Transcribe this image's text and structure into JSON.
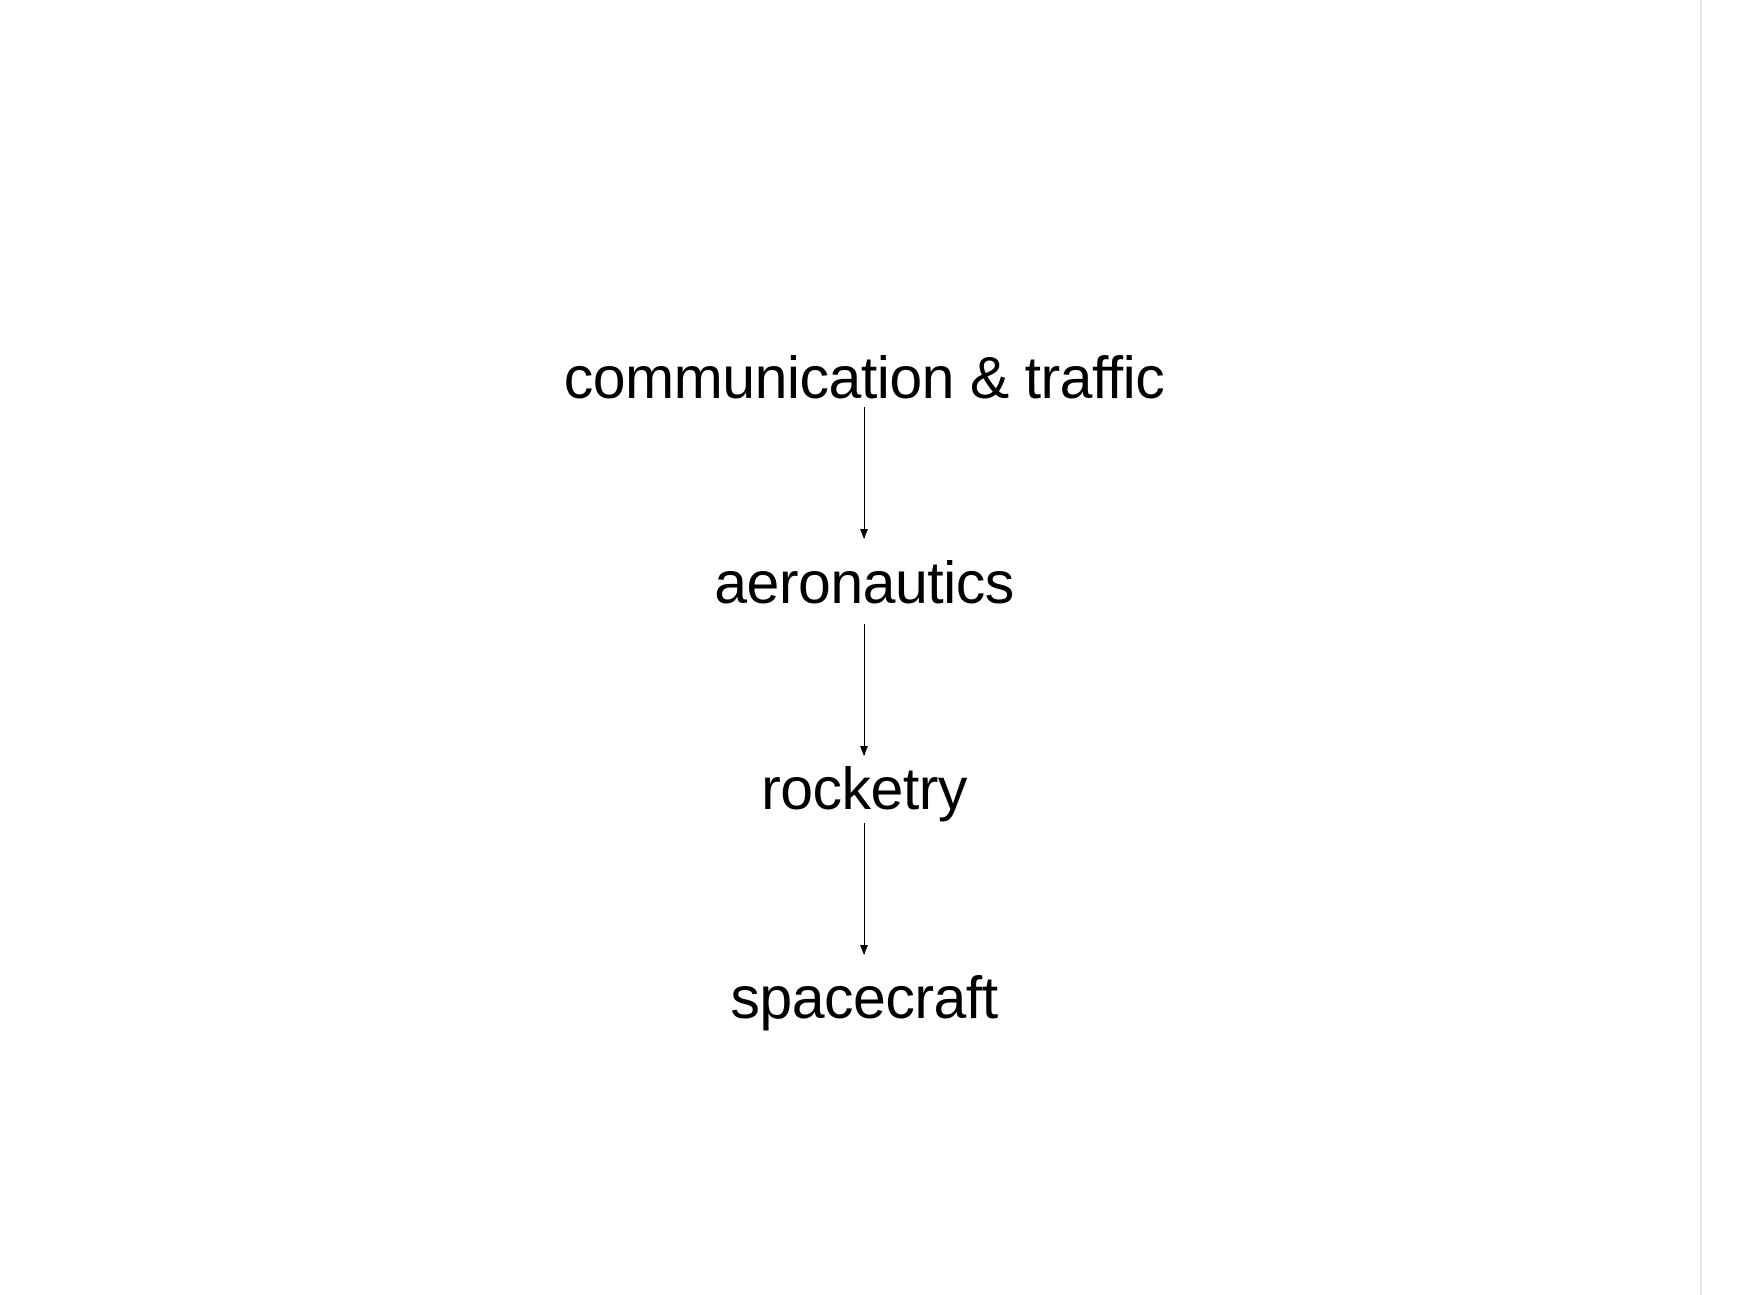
{
  "diagram": {
    "nodes": [
      {
        "label": "communication & traffic"
      },
      {
        "label": "aeronautics"
      },
      {
        "label": "rocketry"
      },
      {
        "label": "spacecraft"
      }
    ],
    "edges": [
      {
        "from": 0,
        "to": 1
      },
      {
        "from": 1,
        "to": 2
      },
      {
        "from": 2,
        "to": 3
      }
    ]
  },
  "colors": {
    "background": "#ffffff",
    "text": "#000000",
    "arrow": "#000000",
    "border": "#e6e6e6"
  }
}
